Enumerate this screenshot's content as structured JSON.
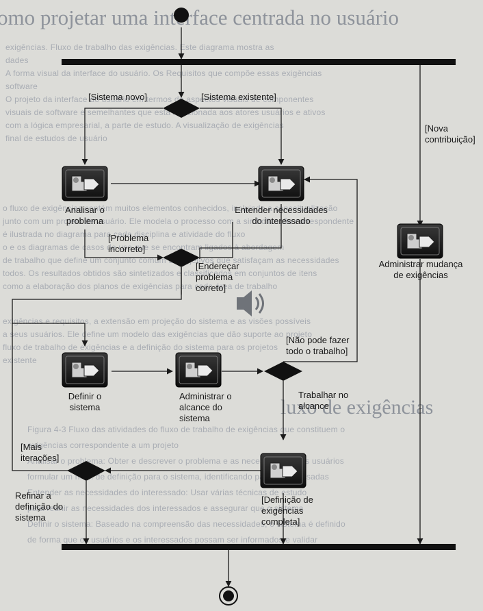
{
  "background": {
    "heading_top": "omo projetar uma interface centrada no usuário",
    "heading_mid": "luxo de exigências",
    "paragraph_lines_top": [
      "exigências. Fluxo de trabalho das exigências. Este diagrama mostra as",
      "dades",
      "A forma visual da interface do usuário. Os Requisitos que compõe essas exigências",
      "software",
      "O projeto da interface do usuário em termos de aspectos visuais de componentes",
      "visuais de software e semelhantes que está relacionada aos atores usuários e ativos",
      "com a lógica empresarial, a parte de estudo. A visualização de exigências",
      "final de estudos de usuário"
    ],
    "paragraph_lines_mid": [
      "o fluxo de exigências contém muitos elementos conhecidos, incluindo a conceitualização",
      "junto com um projeto de usuário. Ele modela o processo com a simbolização correspondente",
      "é ilustrada no diagrama para cada disciplina e atividade do fluxo",
      "o e os diagramas de casos de uso que se encontram ligados à abordagem",
      "de trabalho que define um conjunto comum de objetivos que satisfaçam as necessidades",
      "todos. Os resultados obtidos são sintetizados e classificados em conjuntos de itens",
      "como a elaboração dos planos de exigências para cada área de trabalho"
    ],
    "paragraph_lines_low": [
      "exigências e requisitos, a extensão em projeção do sistema e as visões possíveis",
      "a seus usuários. Ele define um modelo das exigências que dão suporte ao projeto",
      "fluxo de trabalho de exigências e a definição do sistema para os projetos",
      "existente"
    ],
    "paragraph_lines_bottom": [
      "Figura 4-3 Fluxo das atividades do fluxo de trabalho de exigências que constituem o",
      "exigências correspondente a um projeto",
      "Analisar o problema: Obter e descrever o problema e as necessidades dos usuários",
      "formular um nível de definição para o sistema, identificando partes interessadas",
      "Entender as necessidades do interessado: Usar várias técnicas de estudo",
      "para reunir as necessidades dos interessados e assegurar que o sistema",
      "Definir o sistema: Baseado na compreensão das necessidades, o sistema é definido",
      "de forma que os usuários e os interessados possam ser informados e validar"
    ]
  },
  "diagram": {
    "activities": [
      {
        "name": "analisar-o-problema",
        "label_lines": [
          "Analisar o",
          "problema"
        ]
      },
      {
        "name": "entender-necessidades",
        "label_lines": [
          "Entender necessidades",
          "do interessado"
        ]
      },
      {
        "name": "administrar-mudanca",
        "label_lines": [
          "Administrar mudança",
          "de exigências"
        ]
      },
      {
        "name": "definir-o-sistema",
        "label_lines": [
          "Definir o",
          "sistema"
        ]
      },
      {
        "name": "administrar-alcance",
        "label_lines": [
          "Administrar o",
          "alcance do",
          "sistema"
        ]
      },
      {
        "name": "refinar-definicao",
        "label_lines": [
          "Refinar a",
          "definição do",
          "sistema"
        ]
      }
    ],
    "guards": {
      "sistema_novo": "[Sistema novo]",
      "sistema_existente": "[Sistema existente]",
      "nova_contribuicao": [
        "[Nova",
        "contribuição]"
      ],
      "problema_incorreto": [
        "[Problema",
        "incorreto]"
      ],
      "enderecar_problema": [
        "[Endereçar",
        "problema",
        "correto]"
      ],
      "nao_pode_fazer": [
        "[Não pode fazer",
        "todo o trabalho]"
      ],
      "trabalhar_alcance": [
        "Trabalhar no",
        "alcance"
      ],
      "mais_iteracoes": [
        "[Mais",
        "iterações]"
      ],
      "definicao_completa": [
        "[Definição de",
        "exigências",
        "completa]"
      ]
    }
  }
}
